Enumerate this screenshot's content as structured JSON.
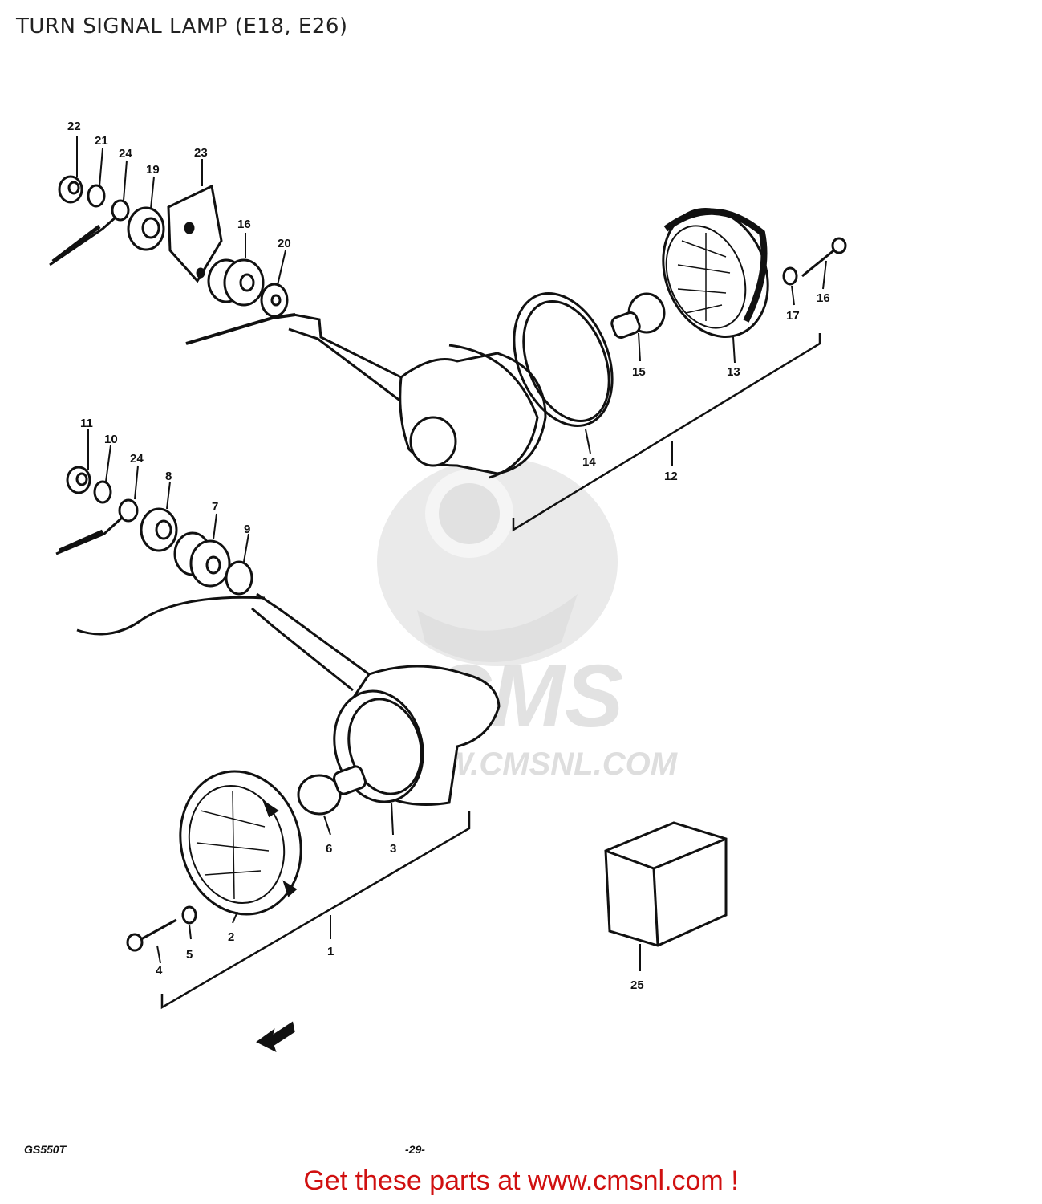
{
  "title": "TURN SIGNAL LAMP (E18, E26)",
  "callouts": {
    "c22": "22",
    "c21": "21",
    "c24a": "24",
    "c19": "19",
    "c23": "23",
    "c16a": "16",
    "c20": "20",
    "c17": "17",
    "c16b": "16",
    "c15": "15",
    "c13": "13",
    "c14": "14",
    "c12": "12",
    "c11": "11",
    "c10": "10",
    "c24b": "24",
    "c8": "8",
    "c7": "7",
    "c9": "9",
    "c6": "6",
    "c3": "3",
    "c2": "2",
    "c5": "5",
    "c4": "4",
    "c1": "1",
    "c25": "25"
  },
  "footer": {
    "model": "GS550T",
    "page": "-29-"
  },
  "watermark": {
    "brand": "CMS",
    "url": "WWW.CMSNL.COM"
  },
  "banner": "Get these parts at www.cmsnl.com !",
  "colors": {
    "line": "#111111",
    "banner": "#d01010",
    "watermark": "#d9d9d9"
  }
}
